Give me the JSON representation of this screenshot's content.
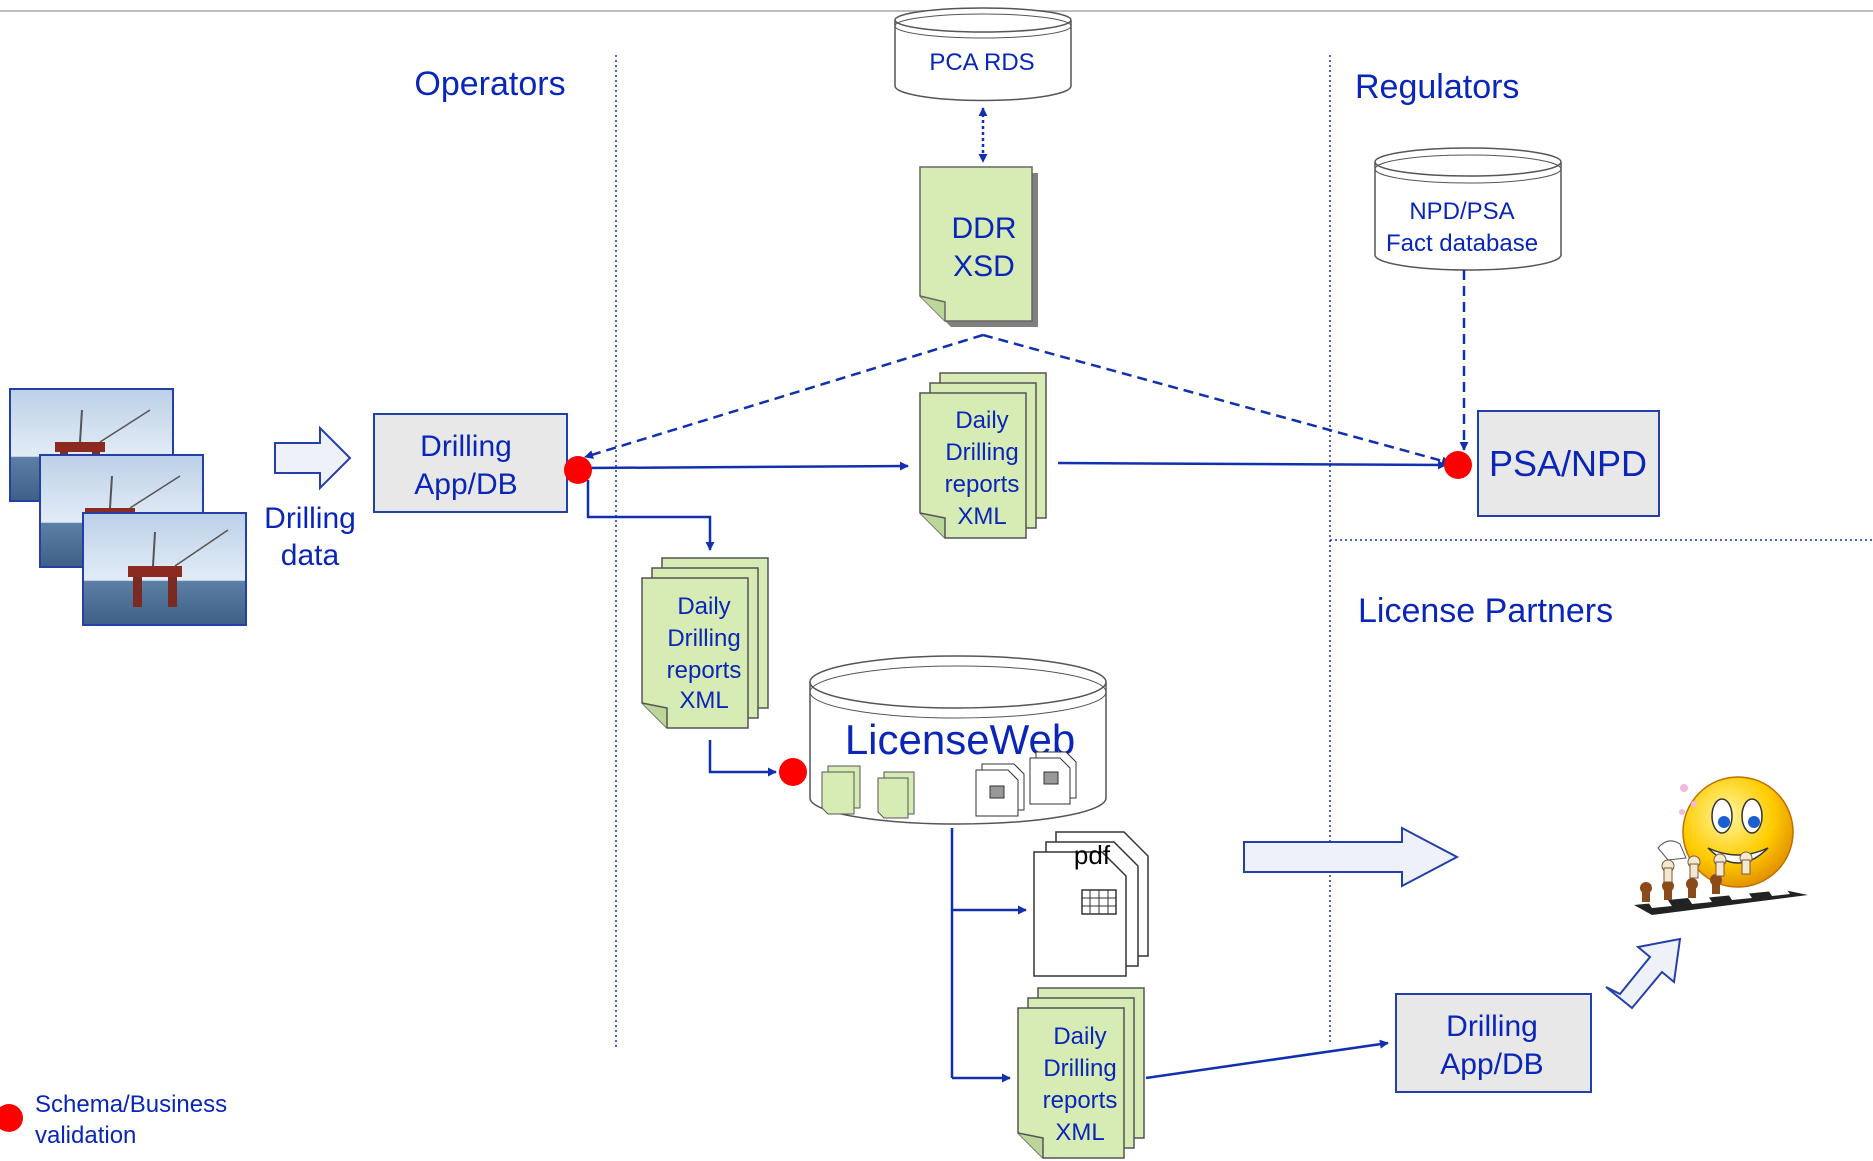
{
  "sections": {
    "operators": "Operators",
    "regulators": "Regulators",
    "license_partners": "License Partners"
  },
  "databases": {
    "pca_rds": "PCA RDS",
    "npd_fact_line1": "NPD/PSA",
    "npd_fact_line2": "Fact database",
    "licenseweb": "LicenseWeb"
  },
  "ddr_xsd": {
    "line1": "DDR",
    "line2": "XSD"
  },
  "drilling_data": {
    "line1": "Drilling",
    "line2": "data"
  },
  "operator_app": {
    "line1": "Drilling",
    "line2": "App/DB"
  },
  "partner_app": {
    "line1": "Drilling",
    "line2": "App/DB"
  },
  "psa_npd": "PSA/NPD",
  "report_stack": {
    "line1": "Daily",
    "line2": "Drilling",
    "line3": "reports",
    "line4": "XML"
  },
  "pdf_label": "pdf",
  "legend": {
    "line1": "Schema/Business",
    "line2": "validation"
  },
  "colors": {
    "text_blue": "#0a26b8",
    "arrow_blue": "#1030b0",
    "box_fill": "#e8e8e8",
    "box_stroke": "#2240a8",
    "doc_fill": "#d6ecb4",
    "validation_dot": "#ff0000"
  }
}
